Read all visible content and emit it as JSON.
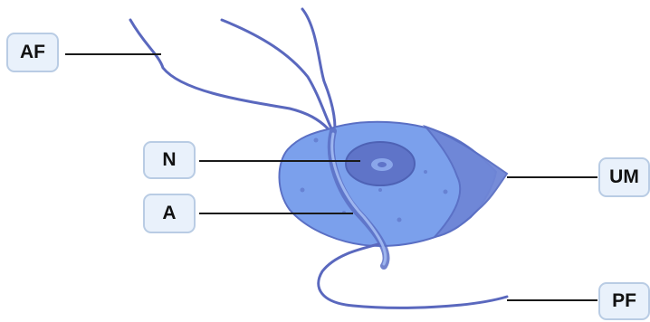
{
  "labels": {
    "af": "AF",
    "n": "N",
    "a": "A",
    "um": "UM",
    "pf": "PF"
  },
  "colors": {
    "body_fill": "#7ba0ec",
    "body_stroke": "#5a6fc4",
    "membrane_fill": "#6f86d6",
    "nucleus_fill": "#5f74c8",
    "nucleolus_fill": "#8aa6ea",
    "flagellum": "#5a68be",
    "leader_line": "#1a1a1a",
    "label_bg": "#e9f1fb",
    "label_border": "#b9cce4"
  }
}
